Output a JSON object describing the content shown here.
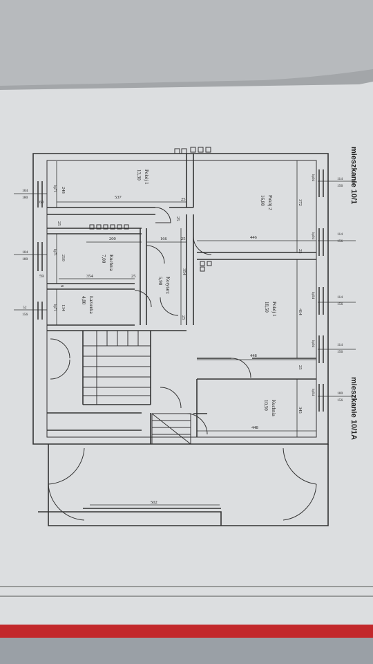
{
  "headings": {
    "top": "mieszkanie 10/1",
    "bottom": "mieszkanie 10/1A"
  },
  "rooms": [
    {
      "id": "pokoj1-top",
      "name": "Pokój 1",
      "area": "13,30"
    },
    {
      "id": "pokoj2",
      "name": "Pokój 2",
      "area": "16,80"
    },
    {
      "id": "kuchnia-top",
      "name": "Kuchnia",
      "area": "7,00"
    },
    {
      "id": "lazienka",
      "name": "Łazienka",
      "area": "4,80"
    },
    {
      "id": "korytarz",
      "name": "Korytarz",
      "area": "5,90"
    },
    {
      "id": "pokoj1-mid",
      "name": "Pokój 1",
      "area": "18,50"
    },
    {
      "id": "kuchnia-bottom",
      "name": "Kuchnia",
      "area": "10,50"
    }
  ],
  "dimensions": {
    "d248": "248",
    "d537": "537",
    "d25a": "25",
    "d25b": "25",
    "d372": "372",
    "d25c": "25",
    "d200": "200",
    "d166": "166",
    "d25d": "25",
    "d446": "446",
    "d210": "210",
    "d25e": "25",
    "d354a": "354",
    "d354b": "354",
    "d25f": "25",
    "d59": "59",
    "d9": "9",
    "d134": "134",
    "d25g": "25",
    "d414": "414",
    "d448a": "448",
    "d25h": "25",
    "d345": "345",
    "d448b": "448",
    "d502": "502",
    "d60": "60"
  },
  "windows": [
    {
      "w": "104",
      "h": "180"
    },
    {
      "w": "104",
      "h": "180"
    },
    {
      "w": "52",
      "h": "156"
    },
    {
      "w": "114",
      "h": "156"
    },
    {
      "w": "114",
      "h": "156"
    },
    {
      "w": "114",
      "h": "156"
    },
    {
      "w": "114",
      "h": "156"
    },
    {
      "w": "100",
      "h": "156"
    }
  ],
  "sill_labels": {
    "left": "hp71",
    "right": "hp94"
  }
}
